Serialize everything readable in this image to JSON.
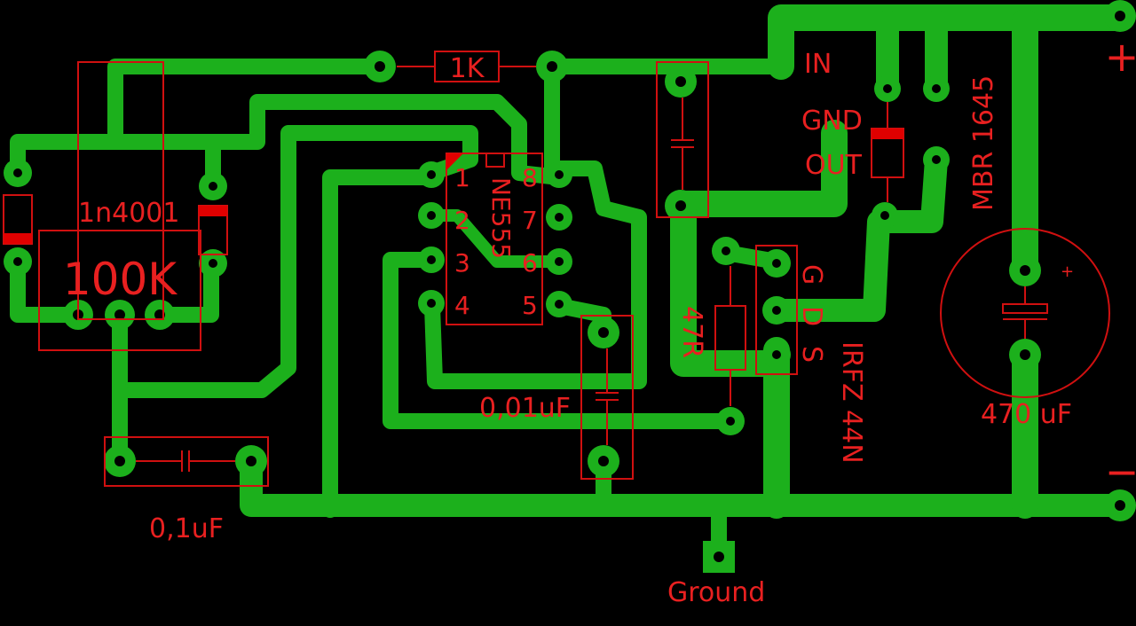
{
  "labels": {
    "resistor_1k": "1K",
    "ic_name": "NE555",
    "pin1": "1",
    "pin2": "2",
    "pin3": "3",
    "pin4": "4",
    "pin5": "5",
    "pin6": "6",
    "pin7": "7",
    "pin8": "8",
    "diode_1n4001": "1n4001",
    "pot_100k": "100K",
    "cap_01uf": "0,1uF",
    "cap_001uf": "0,01uF",
    "resistor_47r": "47R",
    "mosfet_g": "G",
    "mosfet_d": "D",
    "mosfet_s": "S",
    "mosfet_name": "IRFZ 44N",
    "reg_in": "IN",
    "reg_gnd": "GND",
    "reg_out": "OUT",
    "schottky": "MBR 1645",
    "cap_470uf": "470 uF",
    "ground": "Ground",
    "plus": "+",
    "minus": "−",
    "cap_polarity": "+"
  },
  "colors": {
    "copper": "#1cb01c",
    "silkscreen": "#e82020",
    "background": "#000000"
  }
}
